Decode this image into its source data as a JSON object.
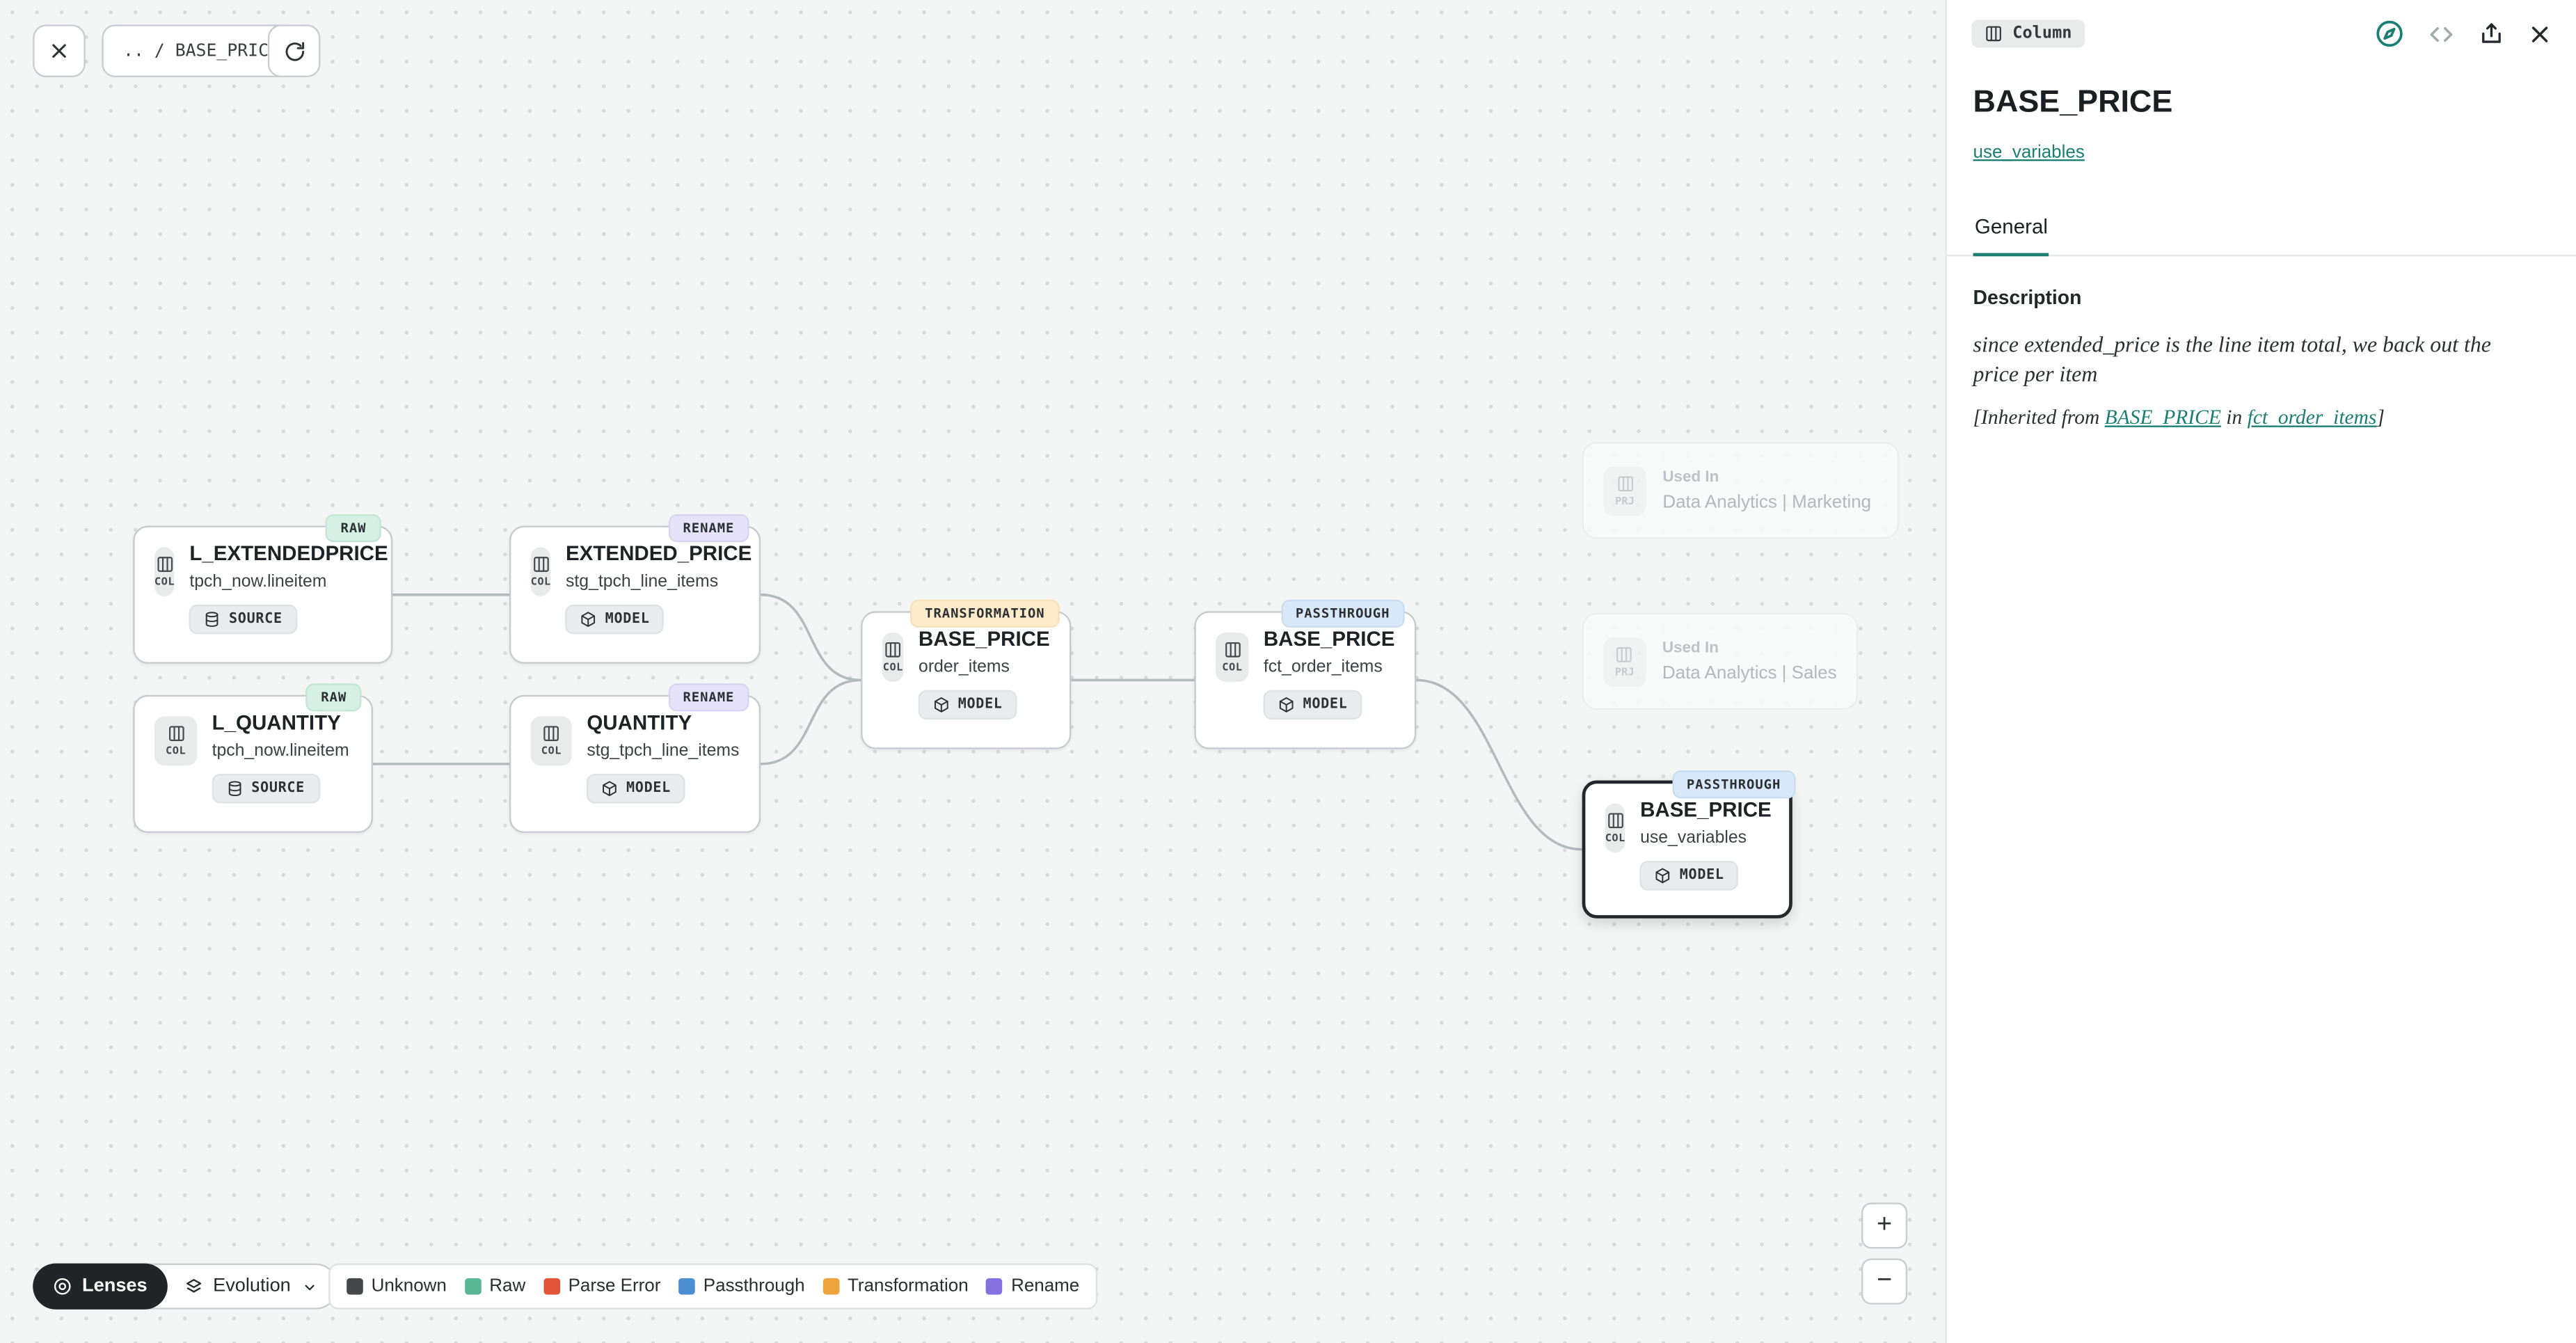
{
  "toolbar": {
    "breadcrumb": ".. / BASE_PRICE"
  },
  "canvas": {
    "nodes": [
      {
        "badge": "RAW",
        "title": "L_EXTENDEDPRICE",
        "subtitle": "tpch_now.lineitem",
        "kind": "SOURCE",
        "icon_label": "COL"
      },
      {
        "badge": "RENAME",
        "title": "EXTENDED_PRICE",
        "subtitle": "stg_tpch_line_items",
        "kind": "MODEL",
        "icon_label": "COL"
      },
      {
        "badge": "RAW",
        "title": "L_QUANTITY",
        "subtitle": "tpch_now.lineitem",
        "kind": "SOURCE",
        "icon_label": "COL"
      },
      {
        "badge": "RENAME",
        "title": "QUANTITY",
        "subtitle": "stg_tpch_line_items",
        "kind": "MODEL",
        "icon_label": "COL"
      },
      {
        "badge": "TRANSFORMATION",
        "title": "BASE_PRICE",
        "subtitle": "order_items",
        "kind": "MODEL",
        "icon_label": "COL"
      },
      {
        "badge": "PASSTHROUGH",
        "title": "BASE_PRICE",
        "subtitle": "fct_order_items",
        "kind": "MODEL",
        "icon_label": "COL"
      },
      {
        "badge": "PASSTHROUGH",
        "title": "BASE_PRICE",
        "subtitle": "use_variables",
        "kind": "MODEL",
        "icon_label": "COL",
        "selected": true
      }
    ],
    "used_in": [
      {
        "icon_label": "PRJ",
        "label": "Used In",
        "value": "Data Analytics | Marketing"
      },
      {
        "icon_label": "PRJ",
        "label": "Used In",
        "value": "Data Analytics | Sales"
      }
    ]
  },
  "footer": {
    "lenses_label": "Lenses",
    "evolution_label": "Evolution",
    "legend": [
      {
        "label": "Unknown",
        "color": "#45484a"
      },
      {
        "label": "Raw",
        "color": "#5ab795"
      },
      {
        "label": "Parse Error",
        "color": "#e2553b"
      },
      {
        "label": "Passthrough",
        "color": "#4b8fd2"
      },
      {
        "label": "Transformation",
        "color": "#eea43c"
      },
      {
        "label": "Rename",
        "color": "#8671e2"
      }
    ]
  },
  "zoom": {
    "in": "+",
    "out": "−"
  },
  "panel": {
    "chip": "Column",
    "title": "BASE_PRICE",
    "subtitle_link": "use_variables",
    "tabs": [
      {
        "label": "General"
      }
    ],
    "description_heading": "Description",
    "description": "since extended_price is the line item total, we back out the price per item",
    "inherited": {
      "prefix": "[Inherited from ",
      "link1": "BASE_PRICE",
      "middle": " in ",
      "link2": "fct_order_items",
      "suffix": "]"
    }
  }
}
